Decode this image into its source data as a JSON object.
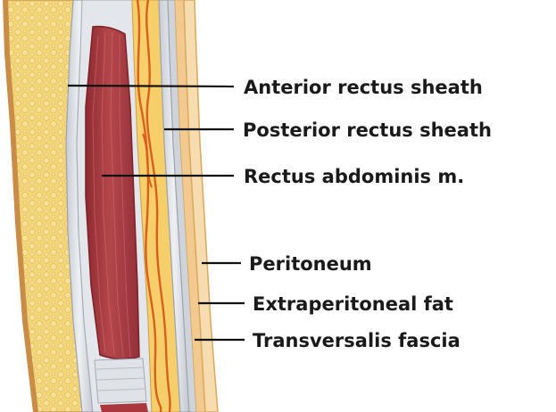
{
  "labels": {
    "anterior_rectus_sheath": "Anterior rectus sheath",
    "posterior_rectus_sheath": "Posterior rectus sheath",
    "rectus_abdominis": "Rectus abdominis m.",
    "peritoneum": "Peritoneum",
    "extraperitoneal_fat": "Extraperitoneal fat",
    "transversalis_fascia": "Transversalis fascia"
  },
  "colors": {
    "subcutaneous_fat": "#f3d57a",
    "fat_lobule": "#e7c460",
    "skin_edge": "#d9a95a",
    "sheath": "#d9dde3",
    "sheath_edge": "#9aa3ad",
    "muscle": "#a8383d",
    "muscle_light": "#c4585c",
    "vessel": "#d9601c",
    "extraperitoneal_fat": "#f2c98e",
    "leader_line": "#111111"
  }
}
